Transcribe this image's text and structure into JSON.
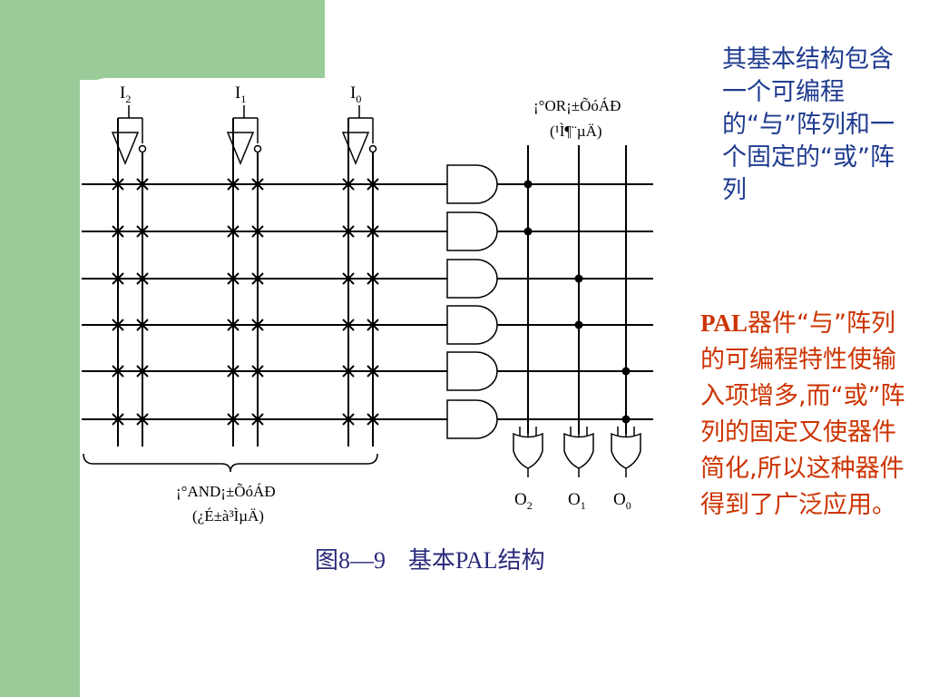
{
  "annotations": {
    "structure_note": "其基本结构包含一个可编程的“与”阵列和一个固定的“或”阵列",
    "pal_prefix": "PAL",
    "pal_note": "器件“与”阵列的可编程特性使输入项增多,而“或”阵列的固定又使器件简化,所以这种器件得到了广泛应用。"
  },
  "diagram": {
    "inputs": [
      {
        "letter": "I",
        "sub": "2"
      },
      {
        "letter": "I",
        "sub": "1"
      },
      {
        "letter": "I",
        "sub": "0"
      }
    ],
    "outputs": [
      {
        "letter": "O",
        "sub": "2"
      },
      {
        "letter": "O",
        "sub": "1"
      },
      {
        "letter": "O",
        "sub": "0"
      }
    ],
    "or_array_label_line1": "¡°OR¡±ÕóÁÐ",
    "or_array_label_line2": "(¹Ì¶¨µÄ)",
    "and_array_label_line1": "¡°AND¡±ÕóÁÐ",
    "and_array_label_line2": "(¿É±à³ÌµÄ)"
  },
  "caption": {
    "figure_number": "图8—9",
    "title_prefix": "基本",
    "title_pal": "PAL",
    "title_suffix": "结构"
  }
}
